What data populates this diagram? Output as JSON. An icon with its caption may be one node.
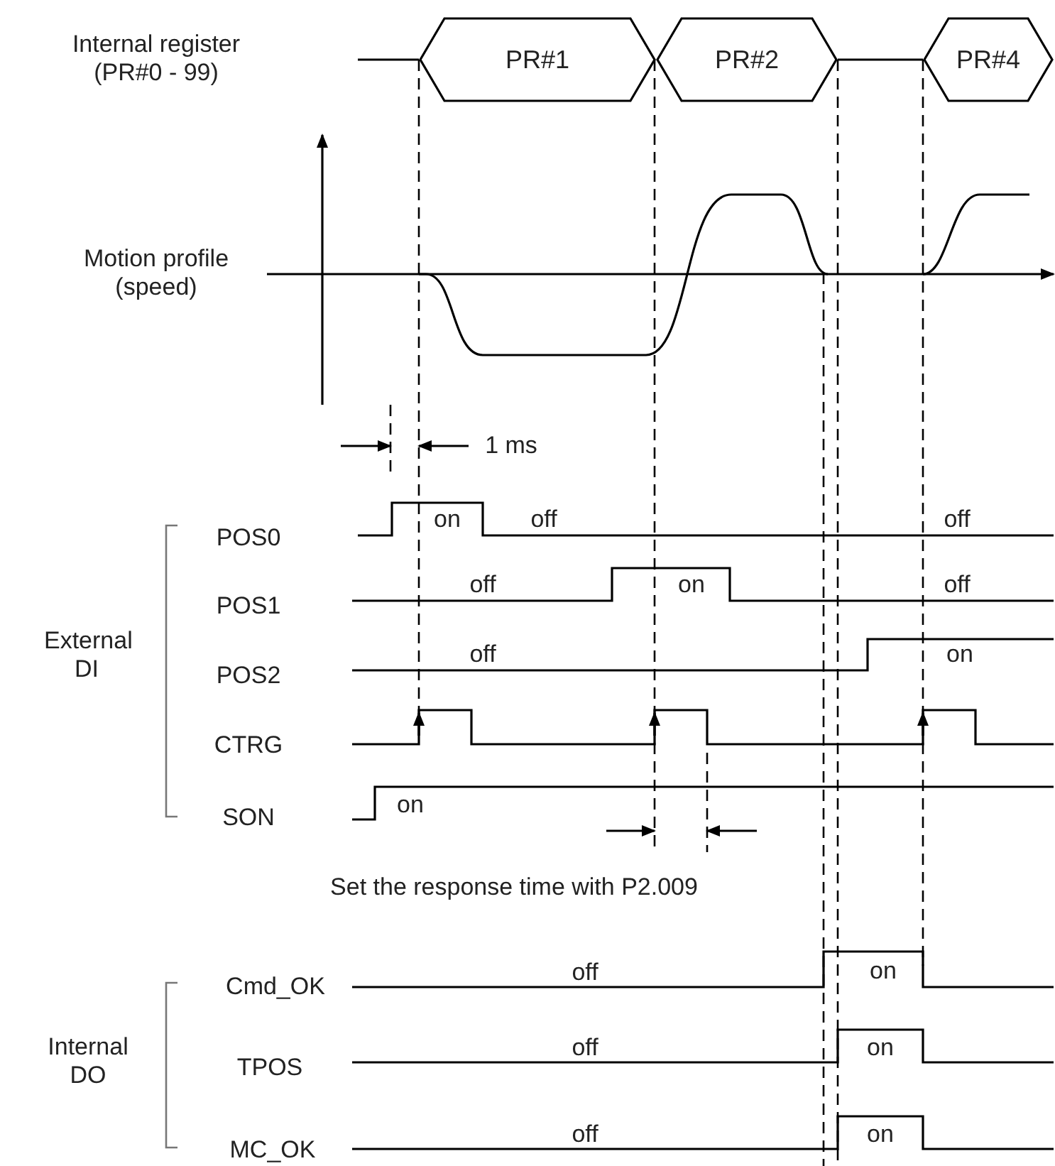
{
  "diagram": {
    "nodes": [
      {
        "text": [
          "PR#1"
        ]
      },
      {
        "text": [
          "PR#2"
        ]
      },
      {
        "text": [
          "PR#4"
        ]
      }
    ],
    "labels": [
      "Internal register (PR#0 - 99)",
      "Motion profile (speed)",
      "1 ms",
      "POS0",
      "on",
      "off",
      "off",
      "POS1",
      "off",
      "on",
      "off",
      "External DI",
      "POS2",
      "off",
      "on",
      "CTRG",
      "SON",
      "on",
      "Set the response time with P2.009",
      "Cmd_OK",
      "off",
      "on",
      "Internal DO",
      "TPOS",
      "off",
      "on",
      "MC_OK",
      "off",
      "on"
    ]
  }
}
